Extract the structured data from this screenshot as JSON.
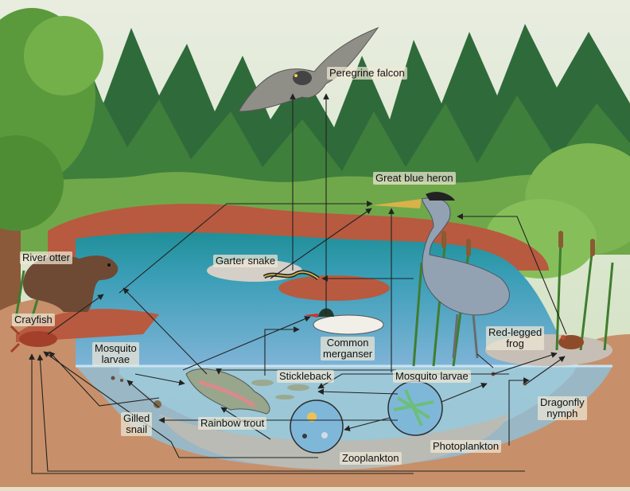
{
  "labels": {
    "peregrine_falcon": "Peregrine falcon",
    "great_blue_heron": "Great blue heron",
    "river_otter": "River otter",
    "garter_snake": "Garter snake",
    "crayfish": "Crayfish",
    "mosquito_larvae_left_1": "Mosquito",
    "mosquito_larvae_left_2": "larvae",
    "common_merganser_1": "Common",
    "common_merganser_2": "merganser",
    "red_legged_frog_1": "Red-legged",
    "red_legged_frog_2": "frog",
    "stickleback": "Stickleback",
    "mosquito_larvae_right": "Mosquito larvae",
    "dragonfly_nymph_1": "Dragonfly",
    "dragonfly_nymph_2": "nymph",
    "gilled_snail_1": "Gilled",
    "gilled_snail_2": "snail",
    "rainbow_trout": "Rainbow trout",
    "photoplankton": "Photoplankton",
    "zooplankton": "Zooplankton"
  },
  "colors": {
    "sky": "#dfe6d6",
    "forest_dark": "#2f6b3a",
    "forest_mid": "#4c8d3f",
    "forest_light": "#7fb04a",
    "water_surface": "#2a9aa4",
    "water_deep": "#5a9fc4",
    "soil": "#c48a62",
    "red_clay": "#b54b36",
    "arrow": "#222222"
  }
}
